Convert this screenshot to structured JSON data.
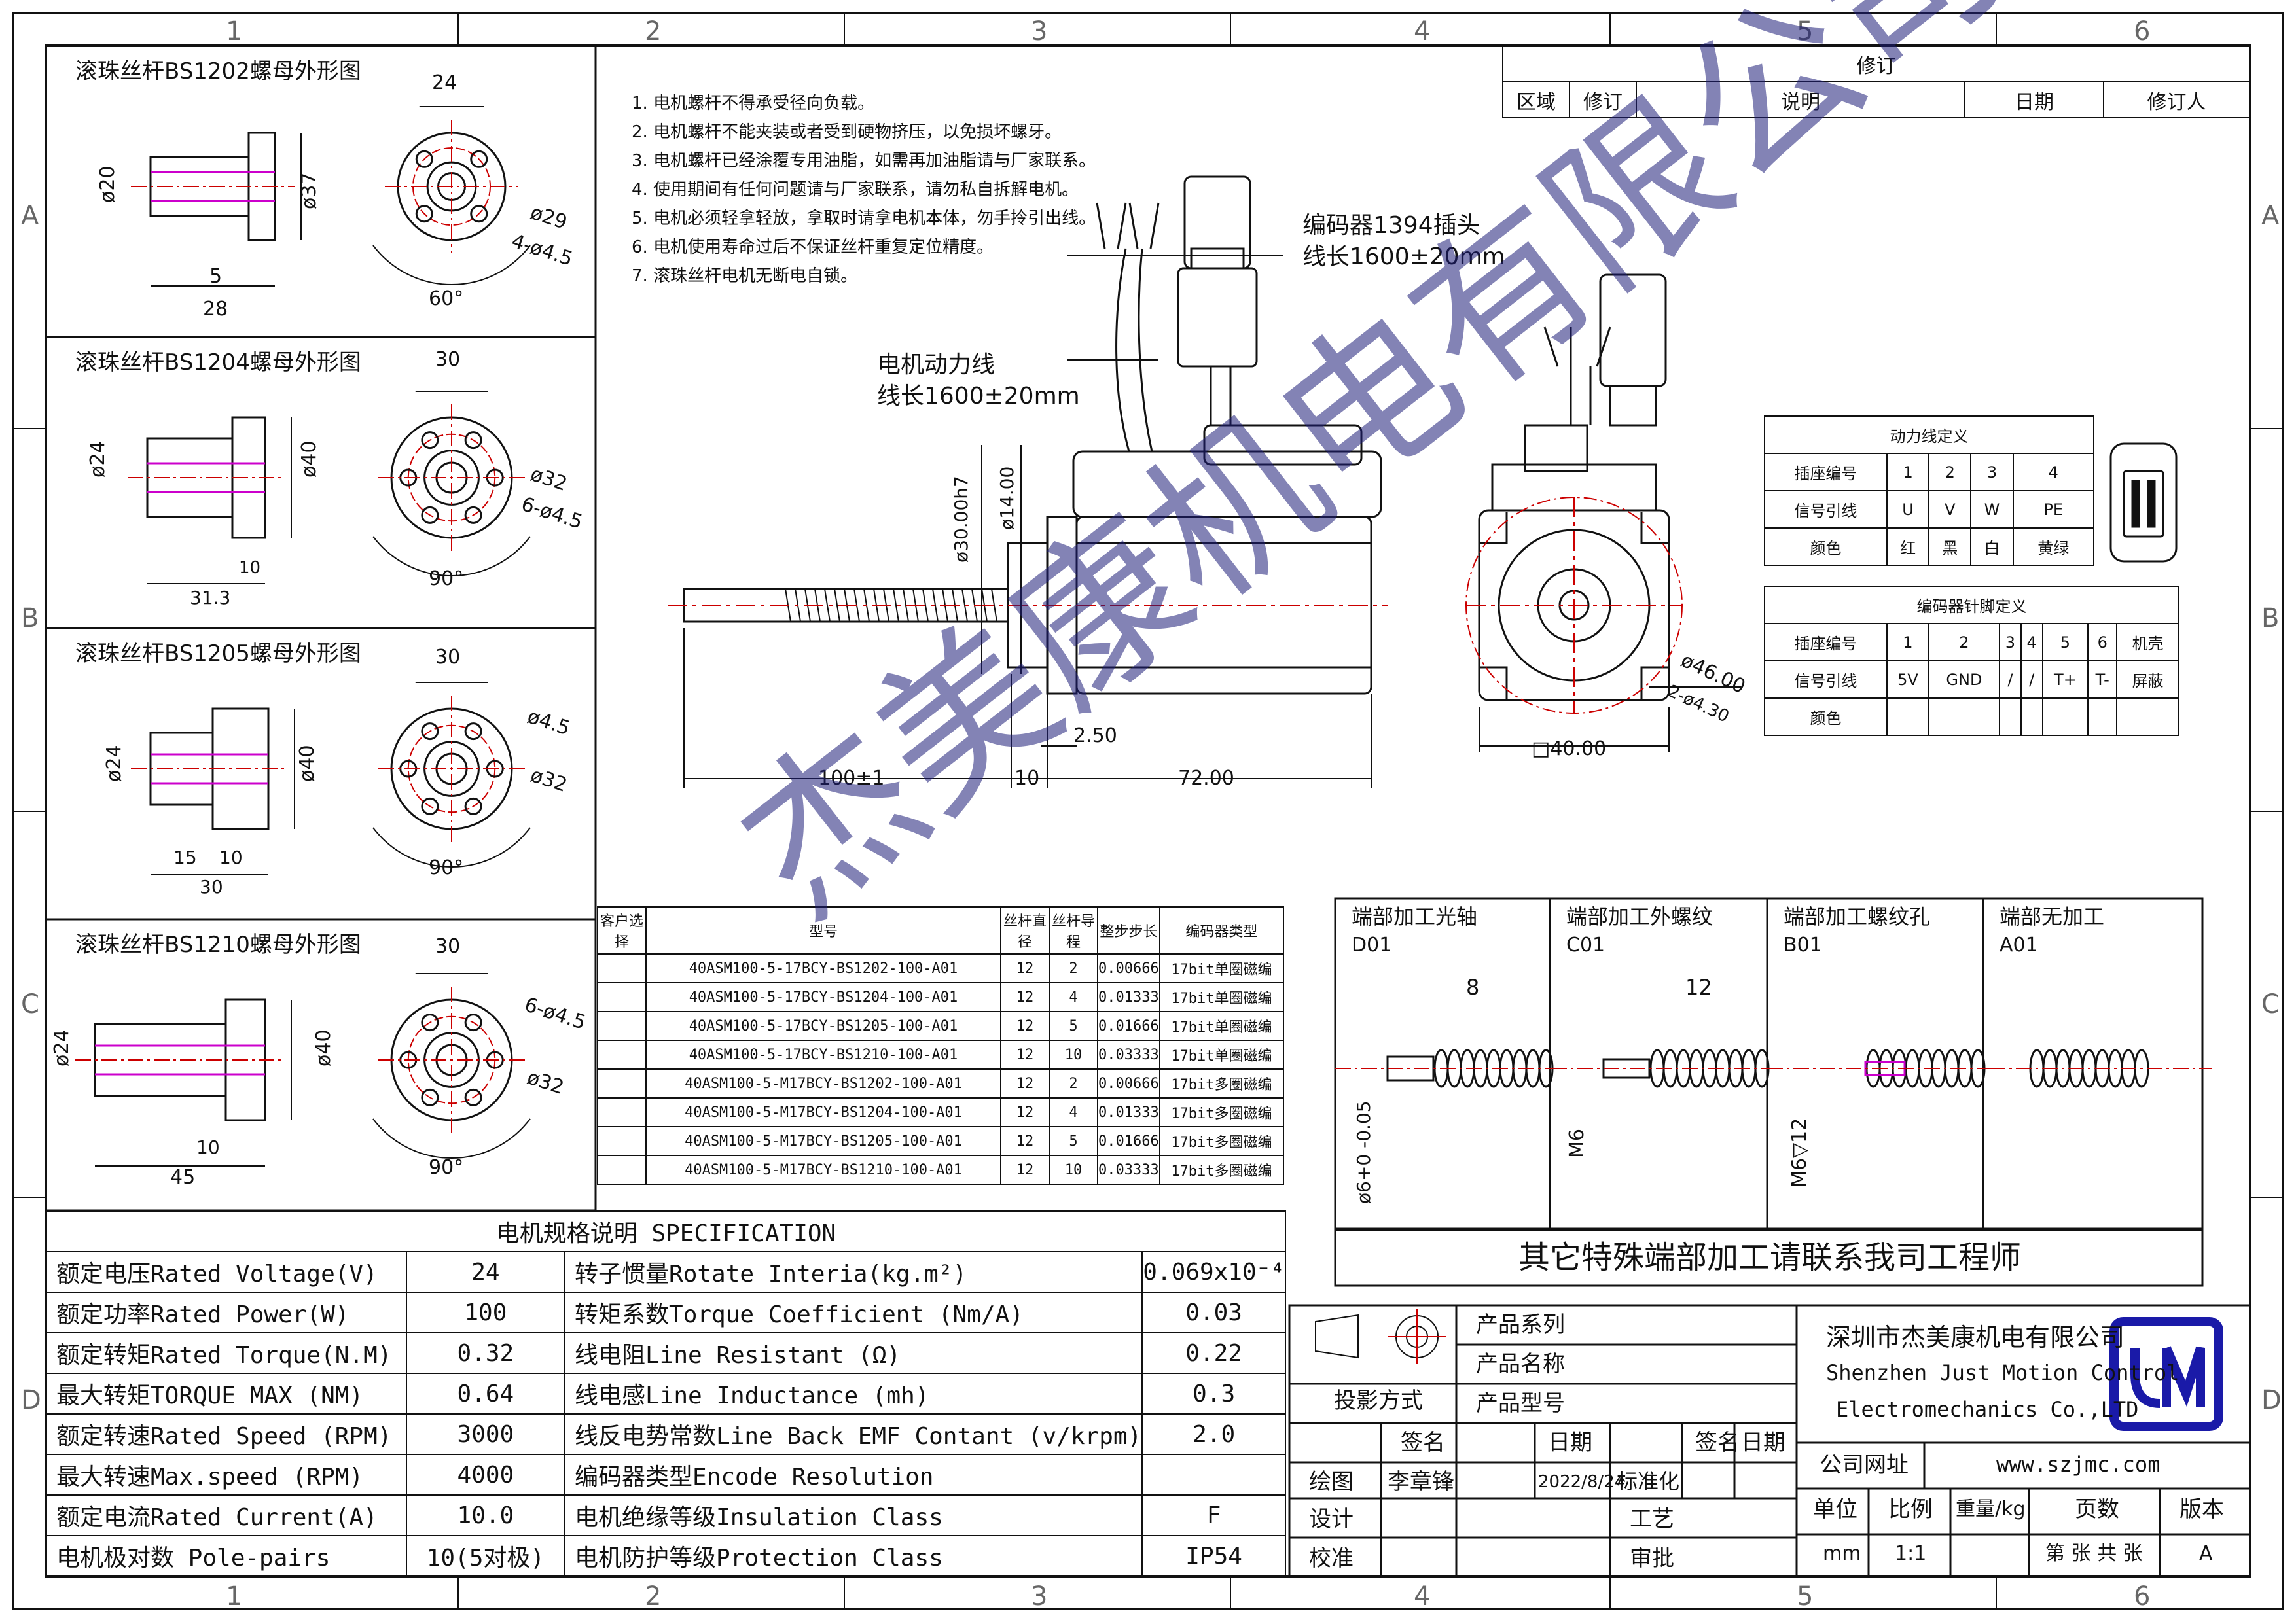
{
  "grid": {
    "columns": [
      "1",
      "2",
      "3",
      "4",
      "5",
      "6"
    ],
    "rows": [
      "A",
      "B",
      "C",
      "D"
    ]
  },
  "revision": {
    "title": "修订",
    "headers": [
      "区域",
      "修订",
      "说明",
      "日期",
      "修订人"
    ]
  },
  "notes": [
    "1. 电机螺杆不得承受径向负载。",
    "2. 电机螺杆不能夹装或者受到硬物挤压，以免损坏螺牙。",
    "3. 电机螺杆已经涂覆专用油脂，如需再加油脂请与厂家联系。",
    "4. 使用期间有任何问题请与厂家联系，请勿私自拆解电机。",
    "5. 电机必须轻拿轻放，拿取时请拿电机本体，勿手拎引出线。",
    "6. 电机使用寿命过后不保证丝杆重复定位精度。",
    "7. 滚珠丝杆电机无断电自锁。"
  ],
  "nuts": [
    {
      "title": "滚珠丝杆BS1202螺母外形图",
      "dims": [
        "24",
        "ø20",
        "ø37",
        "5",
        "28",
        "ø29",
        "4-ø4.5",
        "60°"
      ]
    },
    {
      "title": "滚珠丝杆BS1204螺母外形图",
      "dims": [
        "30",
        "ø24",
        "ø40",
        "10",
        "31.3",
        "ø32",
        "6-ø4.5",
        "90°"
      ]
    },
    {
      "title": "滚珠丝杆BS1205螺母外形图",
      "dims": [
        "30",
        "ø24",
        "ø40",
        "15",
        "10",
        "30",
        "ø4.5",
        "ø32",
        "90°"
      ]
    },
    {
      "title": "滚珠丝杆BS1210螺母外形图",
      "dims": [
        "30",
        "ø24",
        "ø40",
        "10",
        "45",
        "6-ø4.5",
        "ø32",
        "90°"
      ]
    }
  ],
  "motor": {
    "encoder_label": "编码器1394插头",
    "encoder_len": "线长1600±20mm",
    "power_label": "电机动力线",
    "power_len": "线长1600±20mm",
    "dims": [
      "ø30.00h7",
      "ø14.00",
      "2.50",
      "100±1",
      "10",
      "72.00",
      "ø46.00",
      "2-ø4.30",
      "□40.00"
    ]
  },
  "power_table": {
    "title": "动力线定义",
    "rows": [
      [
        "插座编号",
        "1",
        "2",
        "3",
        "4"
      ],
      [
        "信号引线",
        "U",
        "V",
        "W",
        "PE"
      ],
      [
        "颜色",
        "红",
        "黑",
        "白",
        "黄绿"
      ]
    ]
  },
  "encoder_table": {
    "title": "编码器针脚定义",
    "rows": [
      [
        "插座编号",
        "1",
        "2",
        "3",
        "4",
        "5",
        "6",
        "机壳"
      ],
      [
        "信号引线",
        "5V",
        "GND",
        "/",
        "/",
        "T+",
        "T-",
        "屏蔽"
      ],
      [
        "颜色",
        "",
        "",
        "",
        "",
        "",
        "",
        ""
      ]
    ]
  },
  "ends": {
    "cells": [
      {
        "title": "端部加工光轴",
        "code": "D01",
        "dims": [
          "8",
          "ø6+0 -0.05"
        ]
      },
      {
        "title": "端部加工外螺纹",
        "code": "C01",
        "dims": [
          "12",
          "M6"
        ]
      },
      {
        "title": "端部加工螺纹孔",
        "code": "B01",
        "dims": [
          "M6▽12"
        ]
      },
      {
        "title": "端部无加工",
        "code": "A01",
        "dims": []
      }
    ],
    "note": "其它特殊端部加工请联系我司工程师"
  },
  "models": {
    "headers": [
      "客户选择",
      "型号",
      "丝杆直径",
      "丝杆导程",
      "整步步长",
      "编码器类型"
    ],
    "rows": [
      [
        "",
        "40ASM100-5-17BCY-BS1202-100-A01",
        "12",
        "2",
        "0.00666",
        "17bit单圈磁编"
      ],
      [
        "",
        "40ASM100-5-17BCY-BS1204-100-A01",
        "12",
        "4",
        "0.01333",
        "17bit单圈磁编"
      ],
      [
        "",
        "40ASM100-5-17BCY-BS1205-100-A01",
        "12",
        "5",
        "0.01666",
        "17bit单圈磁编"
      ],
      [
        "",
        "40ASM100-5-17BCY-BS1210-100-A01",
        "12",
        "10",
        "0.03333",
        "17bit单圈磁编"
      ],
      [
        "",
        "40ASM100-5-M17BCY-BS1202-100-A01",
        "12",
        "2",
        "0.00666",
        "17bit多圈磁编"
      ],
      [
        "",
        "40ASM100-5-M17BCY-BS1204-100-A01",
        "12",
        "4",
        "0.01333",
        "17bit多圈磁编"
      ],
      [
        "",
        "40ASM100-5-M17BCY-BS1205-100-A01",
        "12",
        "5",
        "0.01666",
        "17bit多圈磁编"
      ],
      [
        "",
        "40ASM100-5-M17BCY-BS1210-100-A01",
        "12",
        "10",
        "0.03333",
        "17bit多圈磁编"
      ]
    ]
  },
  "spec": {
    "title": "电机规格说明 SPECIFICATION",
    "rows": [
      [
        "额定电压Rated Voltage(V)",
        "24",
        "转子惯量Rotate Interia(kg.m²)",
        "0.069x10⁻⁴"
      ],
      [
        "额定功率Rated Power(W)",
        "100",
        "转矩系数Torque Coefficient (Nm/A)",
        "0.03"
      ],
      [
        "额定转矩Rated Torque(N.M)",
        "0.32",
        "线电阻Line Resistant (Ω)",
        "0.22"
      ],
      [
        "最大转矩TORQUE MAX (NM)",
        "0.64",
        "线电感Line Inductance (mh)",
        "0.3"
      ],
      [
        "额定转速Rated Speed (RPM)",
        "3000",
        "线反电势常数Line Back EMF Contant (v/krpm)",
        "2.0"
      ],
      [
        "最大转速Max.speed (RPM)",
        "4000",
        "编码器类型Encode Resolution",
        ""
      ],
      [
        "额定电流Rated Current(A)",
        "10.0",
        "电机绝缘等级Insulation Class",
        "F"
      ],
      [
        "电机极对数 Pole-pairs",
        "10(5对极)",
        "电机防护等级Protection Class",
        "IP54"
      ]
    ]
  },
  "titleblock": {
    "projection": "投影方式",
    "series": "产品系列",
    "name": "产品名称",
    "model": "产品型号",
    "sign": "签名",
    "date": "日期",
    "draw": "绘图",
    "drawer": "李章锋",
    "draw_date": "2022/8/24",
    "standard": "标准化",
    "design": "设计",
    "process": "工艺",
    "check": "校准",
    "approve": "审批",
    "company_cn": "深圳市杰美康机电有限公司",
    "company_en1": "Shenzhen Just Motion Control",
    "company_en2": "Electromechanics Co.,LTD",
    "site_label": "公司网址",
    "site": "www.szjmc.com",
    "unit": "单位",
    "scale": "比例",
    "weight": "重量/kg",
    "pages": "页数",
    "version": "版本",
    "unit_val": "mm",
    "scale_val": "1:1",
    "pages_val": "第 张 共 张",
    "version_val": "A"
  },
  "watermark": "杰美康机电有限公司",
  "colors": {
    "line": "#111111",
    "center": "#cc0000",
    "thread": "#cc00cc",
    "logo": "#1a1aa8",
    "watermark": "#1e1e78"
  }
}
